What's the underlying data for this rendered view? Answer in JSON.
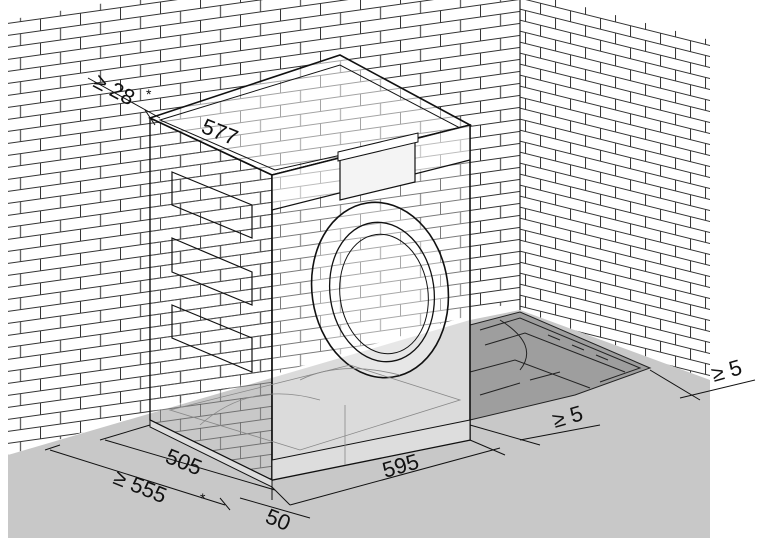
{
  "diagram": {
    "dimensions": {
      "top_clearance": "≥ 28",
      "top_clearance_mark": "*",
      "depth_top": "577",
      "depth_side": "505",
      "depth_total": "≥ 555",
      "depth_total_mark": "*",
      "front_gap": "50",
      "width": "595",
      "side_gap_near": "≥ 5",
      "side_gap_far": "≥ 5"
    },
    "colors": {
      "line": "#1a1a1a",
      "floor": "#c8c8c8",
      "floor_recess": "#9a9a9a",
      "wall": "#ffffff"
    }
  }
}
